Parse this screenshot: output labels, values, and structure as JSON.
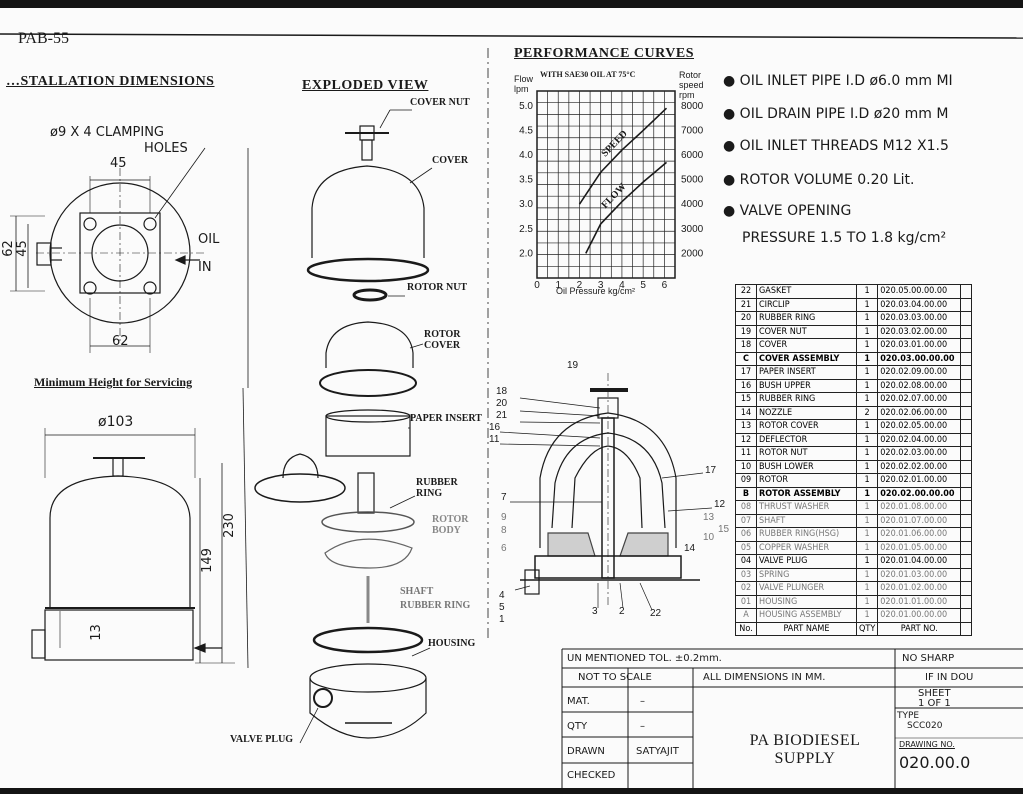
{
  "sheet": {
    "code": "PAB-55",
    "sections": {
      "installation": "…STALLATION  DIMENSIONS",
      "exploded": "EXPLODED  VIEW",
      "performance": "PERFORMANCE  CURVES",
      "min_height": "Minimum Height for Servicing"
    }
  },
  "installation": {
    "clamp_note_1": "ø9 X 4 CLAMPING",
    "clamp_note_2": "HOLES",
    "dim_45_top": "45",
    "dim_45_side": "45",
    "dim_62_side": "62",
    "dim_62_bottom": "62",
    "oil_label": "OIL",
    "in_label": "IN"
  },
  "min_height": {
    "diameter": "ø103",
    "dim_230": "230",
    "dim_149": "149",
    "dim_13": "13"
  },
  "exploded": {
    "labels": [
      "COVER NUT",
      "COVER",
      "ROTOR NUT",
      "ROTOR",
      "COVER",
      "PAPER INSERT",
      "RUBBER",
      "RING",
      "ROTOR",
      "BODY",
      "SHAFT",
      "RUBBER RING",
      "HOUSING",
      "VALVE PLUG"
    ]
  },
  "chart_data": {
    "type": "line",
    "title": "WITH SAE30 OIL AT 75°C",
    "xlabel": "Oil Pressure kg/cm²",
    "ylabel_left": "Flow lpm",
    "ylabel_right": "Rotor speed rpm",
    "x_ticks": [
      "0",
      "1",
      "2",
      "3",
      "4",
      "5",
      "6"
    ],
    "y_left_ticks": [
      "2.0",
      "2.5",
      "3.0",
      "3.5",
      "4.0",
      "4.5",
      "5.0"
    ],
    "y_right_ticks": [
      "2000",
      "3000",
      "4000",
      "5000",
      "6000",
      "7000",
      "8000"
    ],
    "xlim": [
      0,
      6.5
    ],
    "ylim_left": [
      1.5,
      5.3
    ],
    "grid": true,
    "series": [
      {
        "name": "SPEED",
        "axis": "right",
        "x": [
          2,
          3,
          4,
          5,
          6.1
        ],
        "y": [
          4000,
          5300,
          6200,
          7000,
          7900
        ]
      },
      {
        "name": "FLOW",
        "axis": "left",
        "x": [
          2.3,
          3,
          4,
          5,
          6.1
        ],
        "y": [
          2.0,
          2.6,
          3.05,
          3.45,
          3.85
        ]
      }
    ]
  },
  "specs": [
    "OIL INLET PIPE I.D ø6.0 mm MI",
    "OIL DRAIN PIPE I.D   ø20 mm M",
    "OIL INLET THREADS M12 X1.5",
    "ROTOR VOLUME 0.20 Lit.",
    "VALVE OPENING",
    "PRESSURE 1.5 TO 1.8 kg/cm²"
  ],
  "section_numbers": [
    "19",
    "18",
    "20",
    "21",
    "16",
    "11",
    "7",
    "9",
    "8",
    "6",
    "4",
    "5",
    "1",
    "3",
    "2",
    "22",
    "17",
    "12",
    "13",
    "15",
    "10",
    "14"
  ],
  "parts": [
    {
      "no": "22",
      "name": "GASKET",
      "qty": "1",
      "part": "020.05.00.00.00",
      "style": ""
    },
    {
      "no": "21",
      "name": "CIRCLIP",
      "qty": "1",
      "part": "020.03.04.00.00",
      "style": ""
    },
    {
      "no": "20",
      "name": "RUBBER RING",
      "qty": "1",
      "part": "020.03.03.00.00",
      "style": ""
    },
    {
      "no": "19",
      "name": "COVER NUT",
      "qty": "1",
      "part": "020.03.02.00.00",
      "style": ""
    },
    {
      "no": "18",
      "name": "COVER",
      "qty": "1",
      "part": "020.03.01.00.00",
      "style": ""
    },
    {
      "no": "C",
      "name": "COVER ASSEMBLY",
      "qty": "1",
      "part": "020.03.00.00.00",
      "style": "bold"
    },
    {
      "no": "17",
      "name": "PAPER INSERT",
      "qty": "1",
      "part": "020.02.09.00.00",
      "style": ""
    },
    {
      "no": "16",
      "name": "BUSH UPPER",
      "qty": "1",
      "part": "020.02.08.00.00",
      "style": ""
    },
    {
      "no": "15",
      "name": "RUBBER RING",
      "qty": "1",
      "part": "020.02.07.00.00",
      "style": ""
    },
    {
      "no": "14",
      "name": "NOZZLE",
      "qty": "2",
      "part": "020.02.06.00.00",
      "style": ""
    },
    {
      "no": "13",
      "name": "ROTOR COVER",
      "qty": "1",
      "part": "020.02.05.00.00",
      "style": ""
    },
    {
      "no": "12",
      "name": "DEFLECTOR",
      "qty": "1",
      "part": "020.02.04.00.00",
      "style": ""
    },
    {
      "no": "11",
      "name": "ROTOR NUT",
      "qty": "1",
      "part": "020.02.03.00.00",
      "style": ""
    },
    {
      "no": "10",
      "name": "BUSH LOWER",
      "qty": "1",
      "part": "020.02.02.00.00",
      "style": ""
    },
    {
      "no": "09",
      "name": "ROTOR",
      "qty": "1",
      "part": "020.02.01.00.00",
      "style": ""
    },
    {
      "no": "B",
      "name": "ROTOR ASSEMBLY",
      "qty": "1",
      "part": "020.02.00.00.00",
      "style": "bold"
    },
    {
      "no": "08",
      "name": "THRUST WASHER",
      "qty": "1",
      "part": "020.01.08.00.00",
      "style": "faint"
    },
    {
      "no": "07",
      "name": "SHAFT",
      "qty": "1",
      "part": "020.01.07.00.00",
      "style": "faint"
    },
    {
      "no": "06",
      "name": "RUBBER RING(HSG)",
      "qty": "1",
      "part": "020.01.06.00.00",
      "style": "faint"
    },
    {
      "no": "05",
      "name": "COPPER WASHER",
      "qty": "1",
      "part": "020.01.05.00.00",
      "style": "faint"
    },
    {
      "no": "04",
      "name": "VALVE PLUG",
      "qty": "1",
      "part": "020.01.04.00.00",
      "style": ""
    },
    {
      "no": "03",
      "name": "SPRING",
      "qty": "1",
      "part": "020.01.03.00.00",
      "style": "faint"
    },
    {
      "no": "02",
      "name": "VALVE PLUNGER",
      "qty": "1",
      "part": "020.01.02.00.00",
      "style": "faint"
    },
    {
      "no": "01",
      "name": "HOUSING",
      "qty": "1",
      "part": "020.01.01.00.00",
      "style": "faint"
    },
    {
      "no": "A",
      "name": "HOUSING ASSEMBLY",
      "qty": "1",
      "part": "020.01.00.00.00",
      "style": "faint"
    }
  ],
  "parts_header": {
    "no": "No.",
    "name": "PART NAME",
    "qty": "QTY",
    "part": "PART NO."
  },
  "title_block": {
    "tolerance": "UN MENTIONED TOL. ±0.2mm.",
    "no_sharp": "NO SHARP",
    "not_to_scale": "NOT TO SCALE",
    "all_dims": "ALL DIMENSIONS IN MM.",
    "if_in_doubt": "IF IN DOU",
    "mat": "MAT.",
    "mat_val": "–",
    "sheet": "SHEET",
    "sheet_val": "1 OF 1",
    "qty": "QTY",
    "qty_val": "–",
    "type": "TYPE",
    "type_val": "SCC020",
    "drawn": "DRAWN",
    "drawn_val": "SATYAJIT",
    "drawing_no_label": "DRAWING NO.",
    "drawing_no": "020.00.0",
    "checked": "CHECKED",
    "company_1": "PA BIODIESEL",
    "company_2": "SUPPLY"
  }
}
